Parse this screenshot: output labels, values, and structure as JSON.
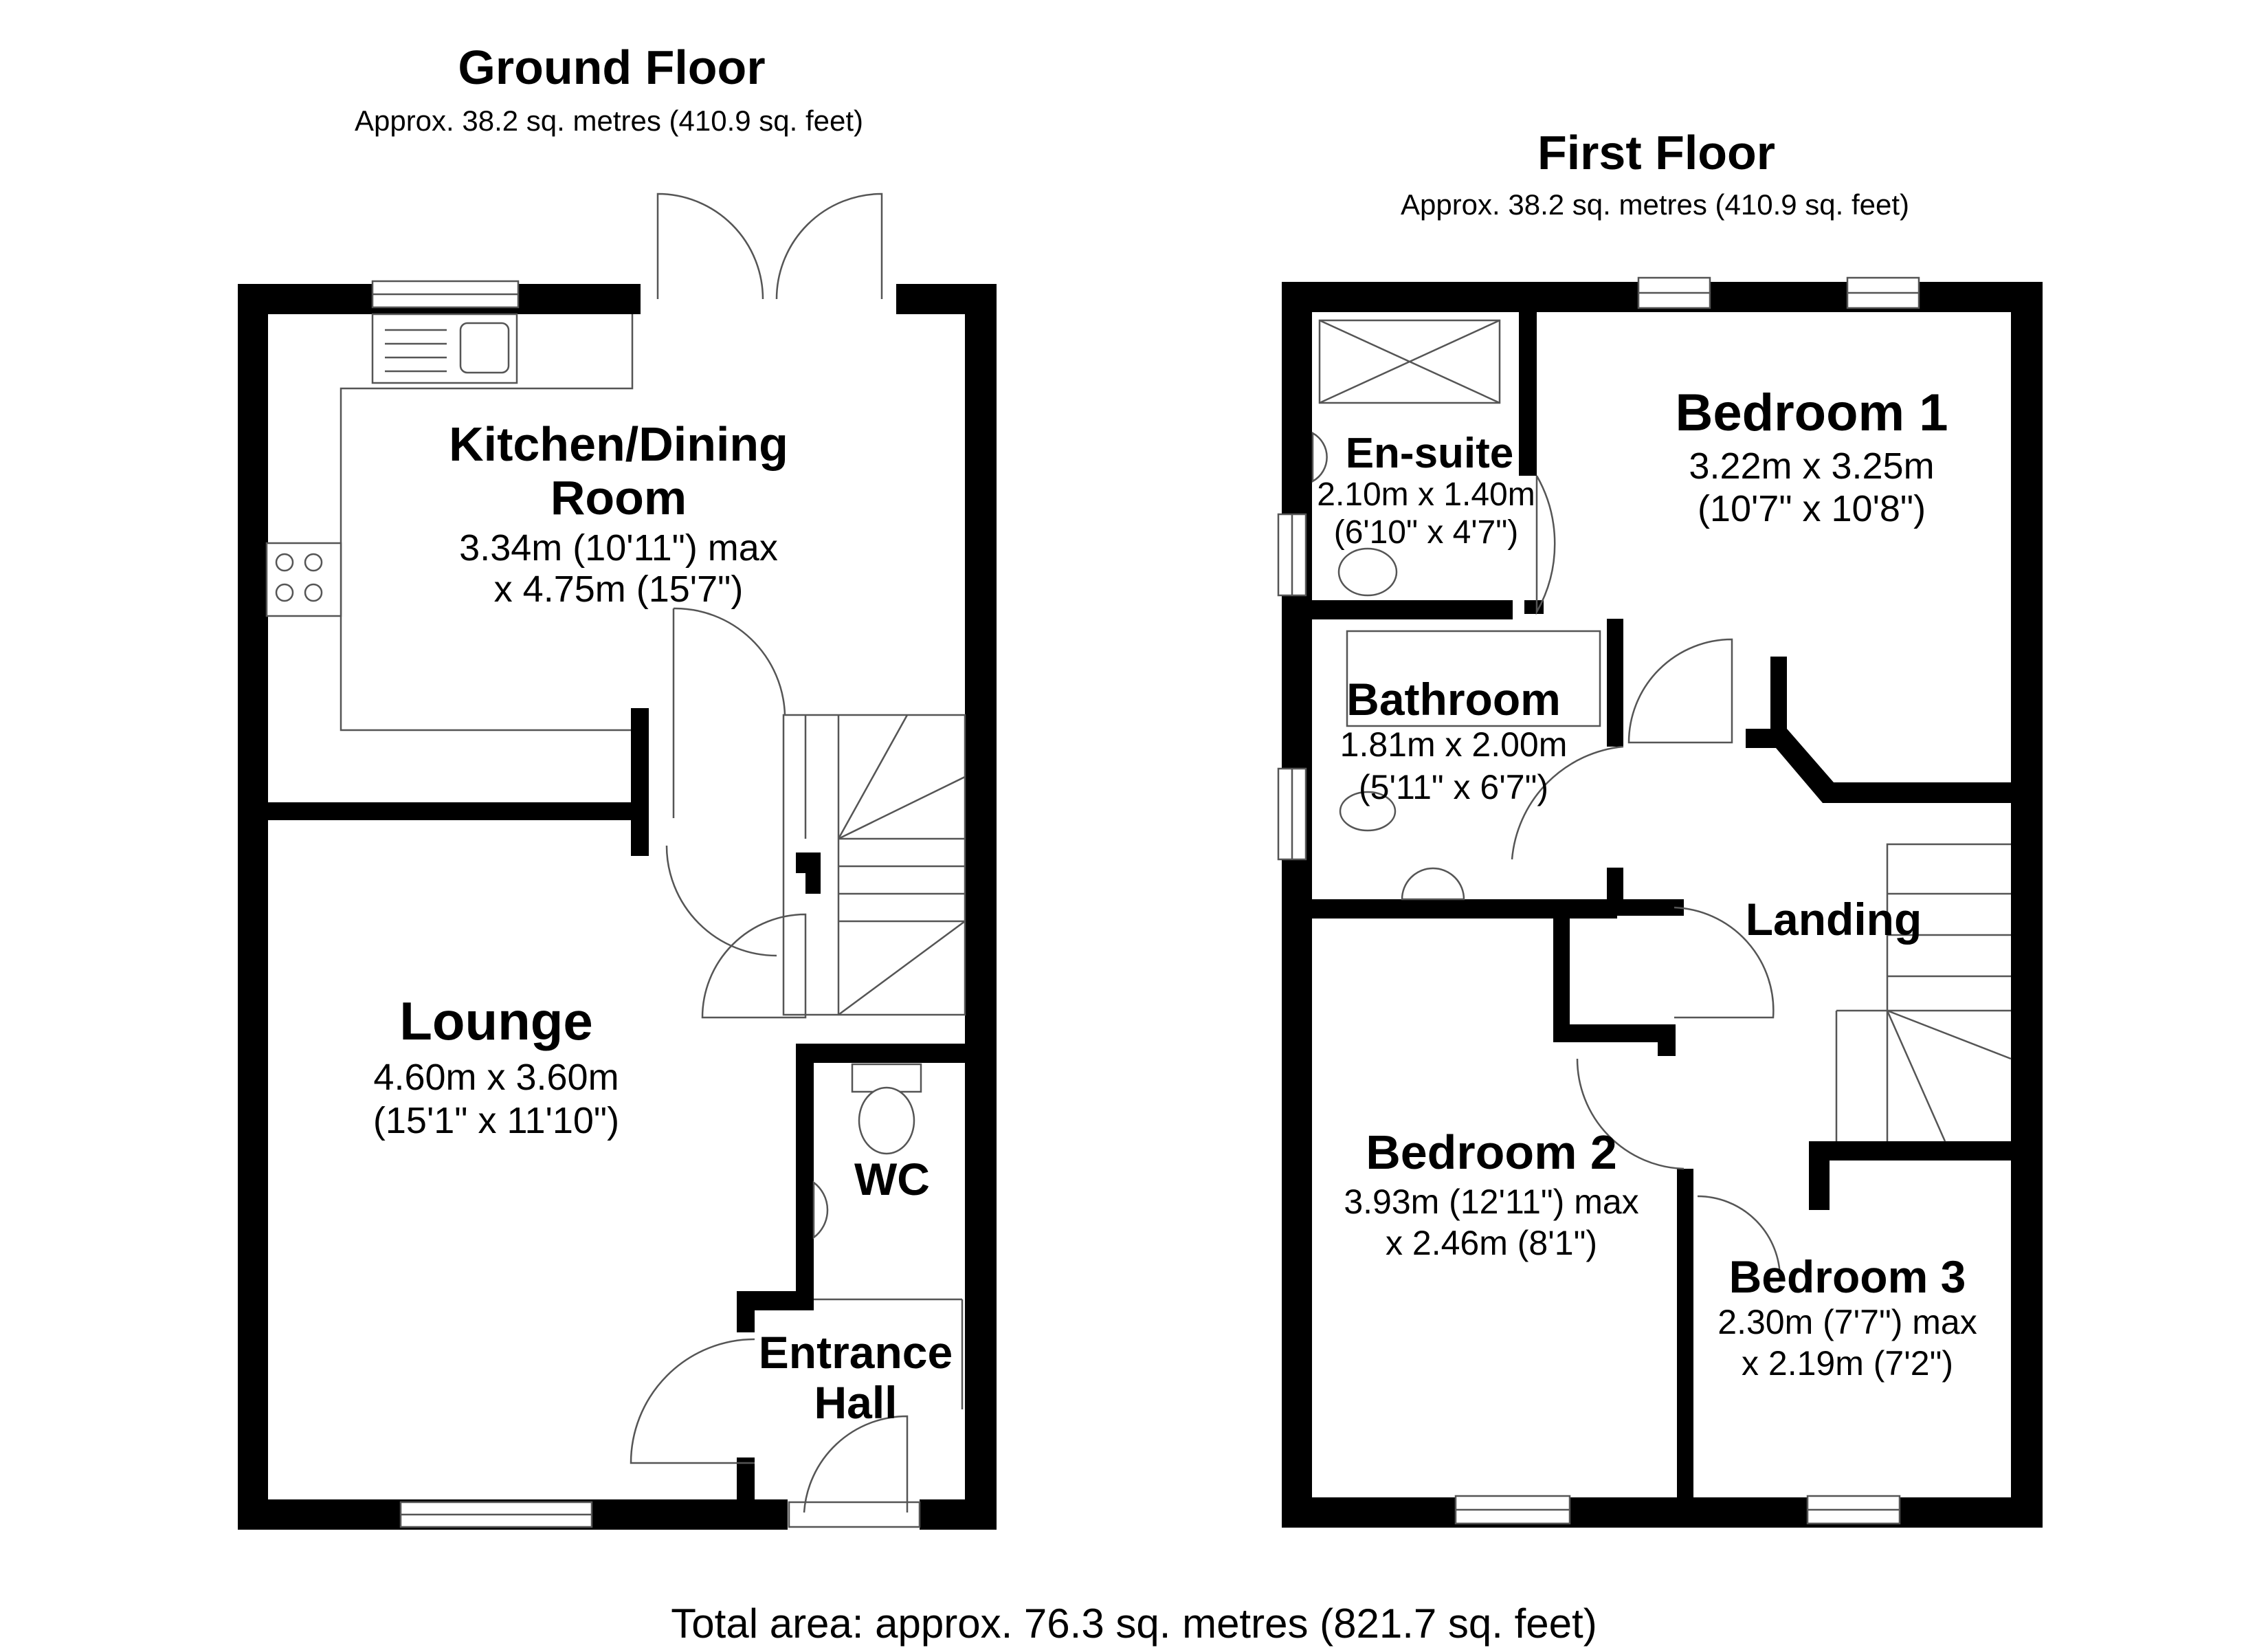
{
  "ground_floor": {
    "title": "Ground Floor",
    "area": "Approx. 38.2 sq. metres (410.9 sq. feet)",
    "rooms": {
      "kitchen": {
        "name_line1": "Kitchen/Dining",
        "name_line2": "Room",
        "dim_line1": "3.34m (10'11\") max",
        "dim_line2": "x 4.75m (15'7\")"
      },
      "lounge": {
        "name": "Lounge",
        "dim_line1": "4.60m x 3.60m",
        "dim_line2": "(15'1\" x 11'10\")"
      },
      "wc": {
        "name": "WC"
      },
      "hall": {
        "name_line1": "Entrance",
        "name_line2": "Hall"
      }
    }
  },
  "first_floor": {
    "title": "First Floor",
    "area": "Approx. 38.2 sq. metres (410.9 sq. feet)",
    "rooms": {
      "bedroom1": {
        "name": "Bedroom 1",
        "dim_line1": "3.22m x 3.25m",
        "dim_line2": "(10'7\" x 10'8\")"
      },
      "ensuite": {
        "name": "En-suite",
        "dim_line1": "2.10m x 1.40m",
        "dim_line2": "(6'10\" x 4'7\")"
      },
      "bathroom": {
        "name": "Bathroom",
        "dim_line1": "1.81m x 2.00m",
        "dim_line2": "(5'11\" x 6'7\")"
      },
      "landing": {
        "name": "Landing"
      },
      "bedroom2": {
        "name": "Bedroom 2",
        "dim_line1": "3.93m (12'11\") max",
        "dim_line2": "x 2.46m (8'1\")"
      },
      "bedroom3": {
        "name": "Bedroom 3",
        "dim_line1": "2.30m (7'7\") max",
        "dim_line2": "x 2.19m (7'2\")"
      }
    }
  },
  "total_area": "Total area: approx. 76.3 sq. metres (821.7 sq. feet)"
}
